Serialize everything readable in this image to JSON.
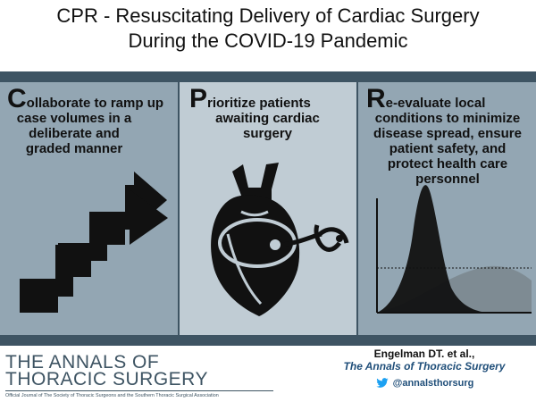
{
  "title": {
    "line1": "CPR - Resuscitating Delivery of Cardiac Surgery",
    "line2": "During the COVID-19 Pandemic"
  },
  "panels": [
    {
      "initial": "C",
      "text_line1": "ollaborate to ramp up",
      "text_rest": "case volumes in a deliberate and graded manner",
      "icon": "staircase-arrow-icon"
    },
    {
      "initial": "P",
      "text_line1": "rioritize patients",
      "text_rest": "awaiting cardiac surgery",
      "icon": "heart-stethoscope-icon"
    },
    {
      "initial": "R",
      "text_line1": "e-evaluate local",
      "text_rest": "conditions to minimize disease spread, ensure patient safety, and protect health care personnel",
      "icon": "flatten-curve-icon"
    }
  ],
  "footer": {
    "journal_logo_line1": "THE ANNALS OF",
    "journal_logo_line2": "THORACIC SURGERY",
    "journal_subtitle": "Official Journal of The Society of Thoracic Surgeons and the Southern Thoracic Surgical Association",
    "author": "Engelman DT. et al.,",
    "journal_name": "The Annals of Thoracic Surgery",
    "twitter_handle": "@annalsthorsurg"
  },
  "colors": {
    "band": "#3e5463",
    "panel_dark": "#93a6b3",
    "panel_light": "#c0ccd4",
    "curve_tall": "#111111",
    "curve_flat": "#7e8b93",
    "twitter_blue": "#1da1f2"
  }
}
